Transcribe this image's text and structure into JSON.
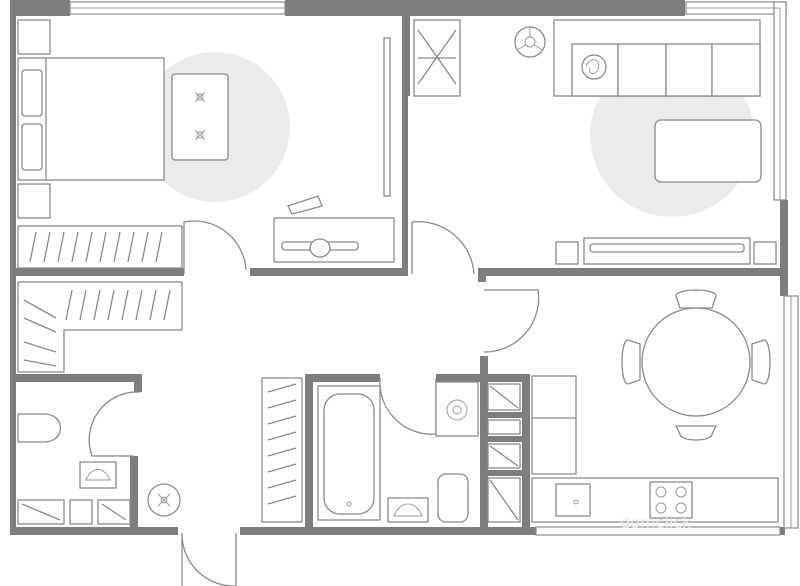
{
  "plan": {
    "colors": {
      "background": "#ffffff",
      "wall": "#7d7d7d",
      "furniture_stroke": "#8a8a8a",
      "zone_fill": "#ebebeb"
    },
    "rooms": [
      "bedroom",
      "living-room",
      "hallway",
      "kitchen-dining",
      "toilet",
      "bathroom",
      "laundry-closet"
    ],
    "watermark": "domclick",
    "icons": [
      "ceiling-fan-icon",
      "plant-icon",
      "light-fixture-icon",
      "hob-icon"
    ]
  }
}
